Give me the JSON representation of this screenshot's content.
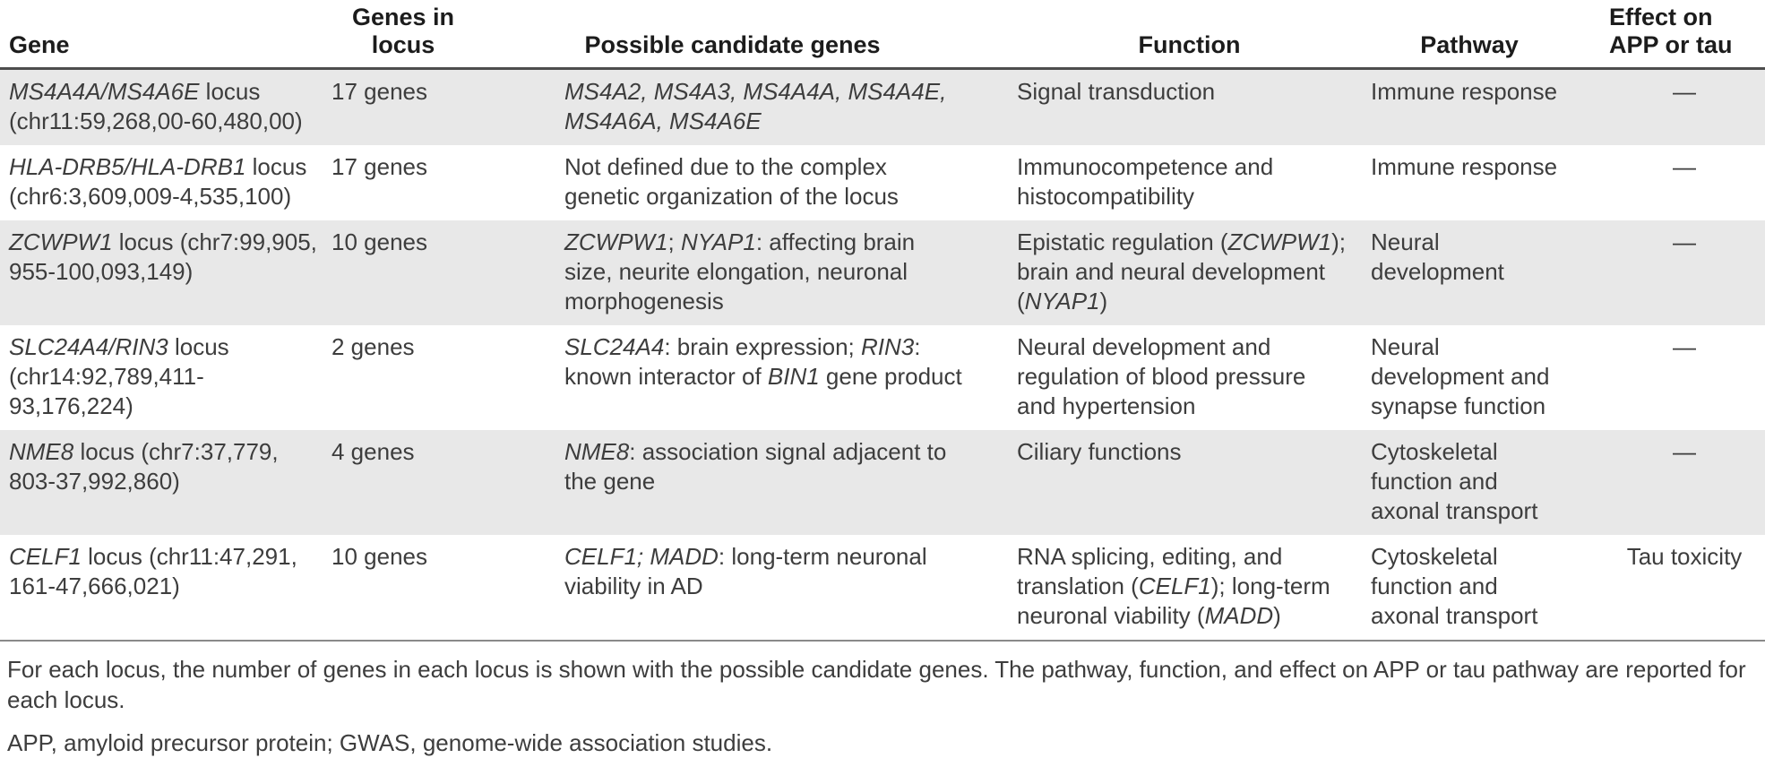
{
  "colors": {
    "row_stripe": "#e8e8e8"
  },
  "header": {
    "columns": [
      "Gene",
      "Genes in\nlocus",
      "Possible candidate genes",
      "Function",
      "Pathway",
      "Effect on\nAPP or tau"
    ]
  },
  "rows": [
    {
      "gene": [
        {
          "t": "MS4A4A/MS4A6E",
          "i": true
        },
        {
          "t": " locus (chr11:59,268,00-60,480,00)"
        }
      ],
      "genes_in_locus": "17 genes",
      "candidate_genes": [
        {
          "t": "MS4A2, MS4A3, MS4A4A, MS4A4E, MS4A6A, MS4A6E",
          "i": true
        }
      ],
      "function": [
        {
          "t": "Signal transduction"
        }
      ],
      "pathway": "Immune response",
      "effect_on_app_or_tau": "—"
    },
    {
      "gene": [
        {
          "t": "HLA-DRB5/HLA-DRB1",
          "i": true
        },
        {
          "t": " locus (chr6:3,609,009-4,535,100)"
        }
      ],
      "genes_in_locus": "17 genes",
      "candidate_genes": [
        {
          "t": "Not defined due to the complex genetic organization of the locus"
        }
      ],
      "function": [
        {
          "t": "Immunocompetence and histocompatibility"
        }
      ],
      "pathway": "Immune response",
      "effect_on_app_or_tau": "—"
    },
    {
      "gene": [
        {
          "t": "ZCWPW1",
          "i": true
        },
        {
          "t": " locus (chr7:99,905,\n955-100,093,149)"
        }
      ],
      "genes_in_locus": "10 genes",
      "candidate_genes": [
        {
          "t": "ZCWPW1",
          "i": true
        },
        {
          "t": "; "
        },
        {
          "t": "NYAP1",
          "i": true
        },
        {
          "t": ": affecting brain size, neurite elongation, neuronal morphogenesis"
        }
      ],
      "function": [
        {
          "t": "Epistatic regulation ("
        },
        {
          "t": "ZCWPW1",
          "i": true
        },
        {
          "t": "); brain and neural development ("
        },
        {
          "t": "NYAP1",
          "i": true
        },
        {
          "t": ")"
        }
      ],
      "pathway": "Neural development",
      "effect_on_app_or_tau": "—"
    },
    {
      "gene": [
        {
          "t": "SLC24A4/RIN3",
          "i": true
        },
        {
          "t": " locus (chr14:92,789,411-93,176,224)"
        }
      ],
      "genes_in_locus": "2 genes",
      "candidate_genes": [
        {
          "t": "SLC24A4",
          "i": true
        },
        {
          "t": ": brain expression; "
        },
        {
          "t": "RIN3",
          "i": true
        },
        {
          "t": ": known interactor of "
        },
        {
          "t": "BIN1",
          "i": true
        },
        {
          "t": " gene product"
        }
      ],
      "function": [
        {
          "t": "Neural development and regulation of blood pressure and hypertension"
        }
      ],
      "pathway": "Neural development and synapse function",
      "effect_on_app_or_tau": "—"
    },
    {
      "gene": [
        {
          "t": "NME8",
          "i": true
        },
        {
          "t": " locus (chr7:37,779,\n803-37,992,860)"
        }
      ],
      "genes_in_locus": "4 genes",
      "candidate_genes": [
        {
          "t": "NME8",
          "i": true
        },
        {
          "t": ": association signal adjacent to the gene"
        }
      ],
      "function": [
        {
          "t": "Ciliary functions"
        }
      ],
      "pathway": "Cytoskeletal function and axonal transport",
      "effect_on_app_or_tau": "—"
    },
    {
      "gene": [
        {
          "t": "CELF1",
          "i": true
        },
        {
          "t": " locus (chr11:47,291,\n161-47,666,021)"
        }
      ],
      "genes_in_locus": "10 genes",
      "candidate_genes": [
        {
          "t": "CELF1; MADD",
          "i": true
        },
        {
          "t": ": long-term neuronal viability in AD"
        }
      ],
      "function": [
        {
          "t": "RNA splicing, editing, and translation ("
        },
        {
          "t": "CELF1",
          "i": true
        },
        {
          "t": "); long-term neuronal viability ("
        },
        {
          "t": "MADD",
          "i": true
        },
        {
          "t": ")"
        }
      ],
      "pathway": "Cytoskeletal function and axonal transport",
      "effect_on_app_or_tau": "Tau toxicity"
    }
  ],
  "footnotes": [
    "For each locus, the number of genes in each locus is shown with the possible candidate genes. The pathway, function, and effect on APP or tau pathway are reported for each locus.",
    "APP, amyloid precursor protein; GWAS, genome-wide association studies."
  ]
}
